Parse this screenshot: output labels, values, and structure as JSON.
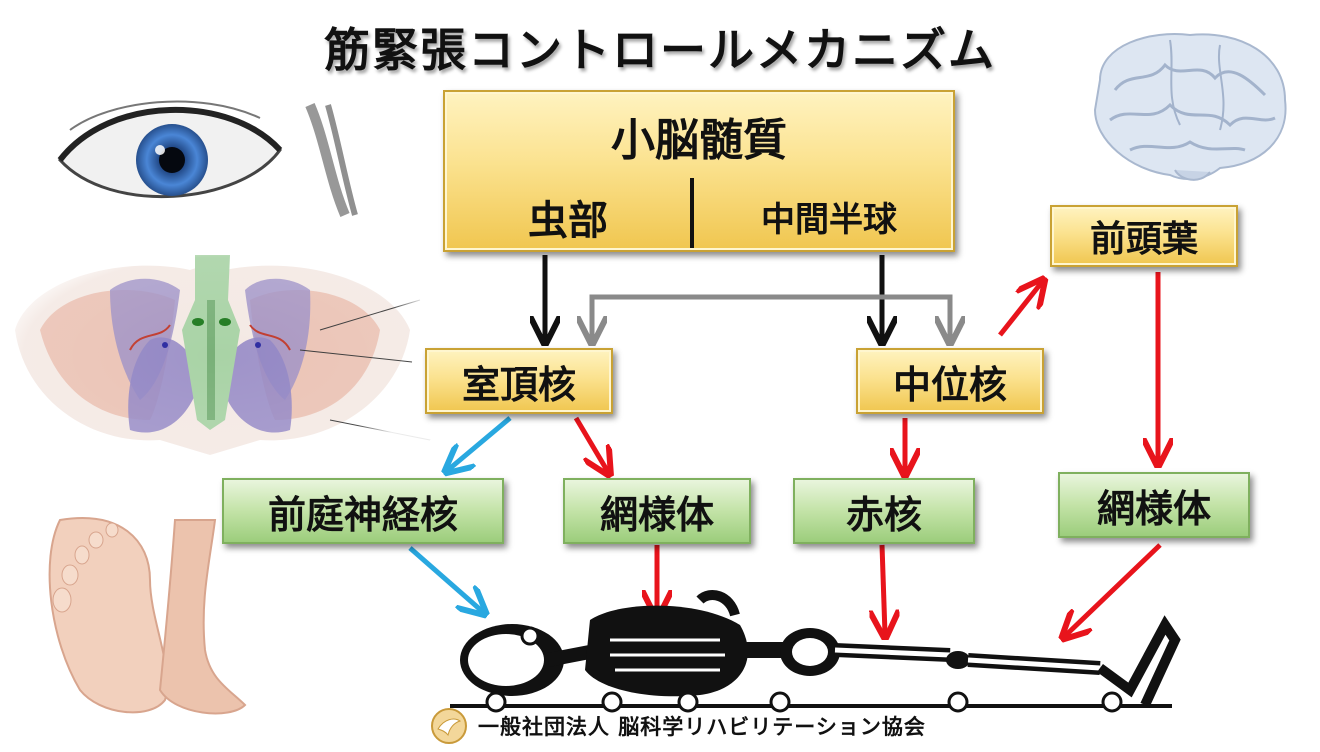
{
  "title": "筋緊張コントロールメカニズム",
  "cerebellum": {
    "medulla": "小脳髄質",
    "vermis": "虫部",
    "intermediate": "中間半球"
  },
  "nuclei": {
    "fastigial": "室頂核",
    "interpositus": "中位核",
    "frontal_lobe": "前頭葉"
  },
  "targets": {
    "vestibular": "前庭神経核",
    "reticular_1": "網様体",
    "red_nucleus": "赤核",
    "reticular_2": "網様体"
  },
  "footer": {
    "organization": "一般社団法人 脳科学リハビリテーション協会"
  },
  "colors": {
    "yellow_box": "#f5d46a",
    "green_box": "#b5dc97",
    "red_arrow": "#e8141c",
    "blue_arrow": "#29a8e0",
    "gray_arrow": "#8a8a8a",
    "black_arrow": "#111111"
  },
  "icons": [
    "eye-icon",
    "cerebellum-section-image",
    "foot-icon",
    "brain-icon",
    "skeleton-figure",
    "association-logo"
  ]
}
